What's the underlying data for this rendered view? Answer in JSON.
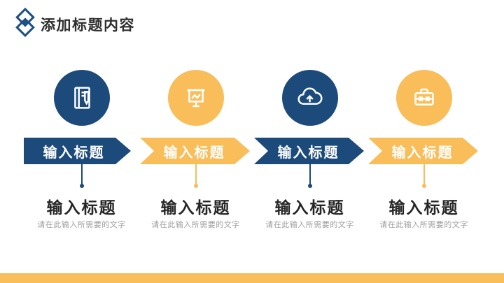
{
  "slide": {
    "title": "添加标题内容"
  },
  "colors": {
    "blue": "#1C4A7B",
    "yellow": "#F9BD5A",
    "logo_blue": "#1F5084",
    "title_text": "#2E2E2E",
    "heading_text": "#262626",
    "subtext": "#9E9E9E",
    "banner_text": "#FFFFFF"
  },
  "columns": [
    {
      "icon": "notebook-pencil-icon",
      "theme": "blue",
      "banner_label": "输入标题",
      "heading": "输入标题",
      "description": "请在此输入所需要的文字"
    },
    {
      "icon": "presentation-chart-icon",
      "theme": "yellow",
      "banner_label": "输入标题",
      "heading": "输入标题",
      "description": "请在此输入所需要的文字"
    },
    {
      "icon": "cloud-upload-icon",
      "theme": "blue",
      "banner_label": "输入标题",
      "heading": "输入标题",
      "description": "请在此输入所需要的文字"
    },
    {
      "icon": "briefcase-icon",
      "theme": "yellow",
      "banner_label": "输入标题",
      "heading": "输入标题",
      "description": "请在此输入所需要的文字"
    }
  ]
}
